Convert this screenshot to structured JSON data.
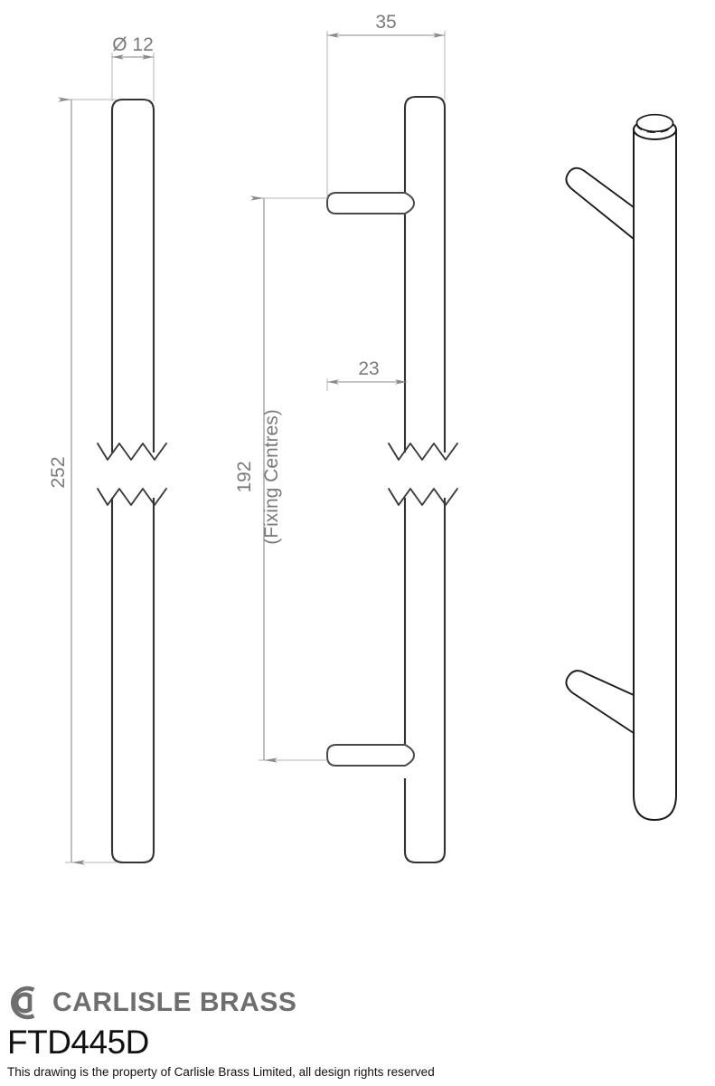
{
  "document": {
    "type": "technical-drawing",
    "part_code": "FTD445D",
    "rights_notice": "This drawing is the property of Carlisle Brass Limited, all design rights reserved",
    "brand_name": "CARLISLE BRASS",
    "brand_color": "#6e6e6e",
    "line_color": "#333333",
    "dimension_color": "#8a8a8a",
    "background_color": "#ffffff"
  },
  "dimensions": {
    "diameter": {
      "label": "Ø 12",
      "value": 12,
      "symbol": "Ø",
      "view": "front-elevation",
      "orientation": "horizontal"
    },
    "overall_length": {
      "label": "252",
      "value": 252,
      "view": "front-elevation",
      "orientation": "vertical"
    },
    "bar_width": {
      "label": "35",
      "value": 35,
      "view": "side-elevation",
      "orientation": "horizontal"
    },
    "stand_off": {
      "label": "23",
      "value": 23,
      "view": "side-elevation",
      "orientation": "horizontal"
    },
    "fixing_centres": {
      "label": "192",
      "value": 192,
      "note": "(Fixing Centres)",
      "view": "side-elevation",
      "orientation": "vertical"
    }
  },
  "views": [
    {
      "name": "front-elevation",
      "description": "Front view of bar handle with break lines"
    },
    {
      "name": "side-elevation",
      "description": "Side view showing stand-off legs and fixing centres"
    },
    {
      "name": "isometric-view",
      "description": "3D isometric view of T-bar handle"
    }
  ]
}
